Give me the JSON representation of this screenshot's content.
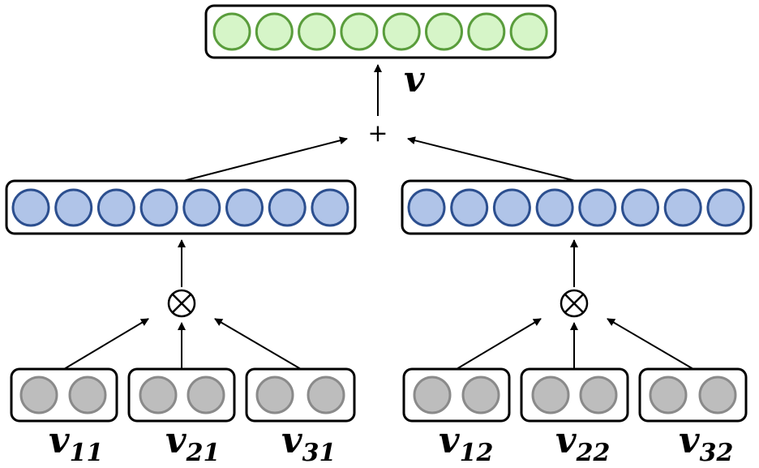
{
  "colors": {
    "output_fill": "#d6f5c8",
    "output_stroke": "#5a9d3c",
    "hidden_fill": "#b0c4e8",
    "hidden_stroke": "#2c4f8f",
    "input_fill": "#bdbdbd",
    "input_stroke": "#8a8a8a"
  },
  "operators": {
    "sum": "+"
  },
  "labels": {
    "output": "v",
    "inputs": [
      {
        "base": "v",
        "sub": "11"
      },
      {
        "base": "v",
        "sub": "21"
      },
      {
        "base": "v",
        "sub": "31"
      },
      {
        "base": "v",
        "sub": "12"
      },
      {
        "base": "v",
        "sub": "22"
      },
      {
        "base": "v",
        "sub": "32"
      }
    ]
  },
  "structure": {
    "output_units": 8,
    "hidden_units": 8,
    "input_units": 2,
    "branches": 2,
    "inputs_per_branch": 3
  }
}
